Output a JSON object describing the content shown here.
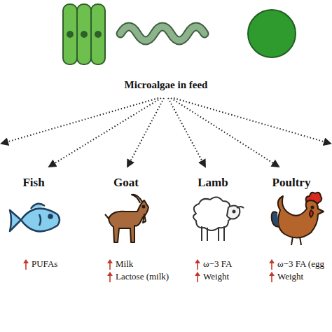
{
  "diagram": {
    "labels": [
      "Microalgae in feed",
      "Fish",
      "Goat",
      "Lamb",
      "Poultry",
      "PUFAs",
      "Milk",
      "Lactose (milk)",
      "ω−3 FA",
      "Weight",
      "ω−3 FA (egg",
      "Weight"
    ]
  }
}
